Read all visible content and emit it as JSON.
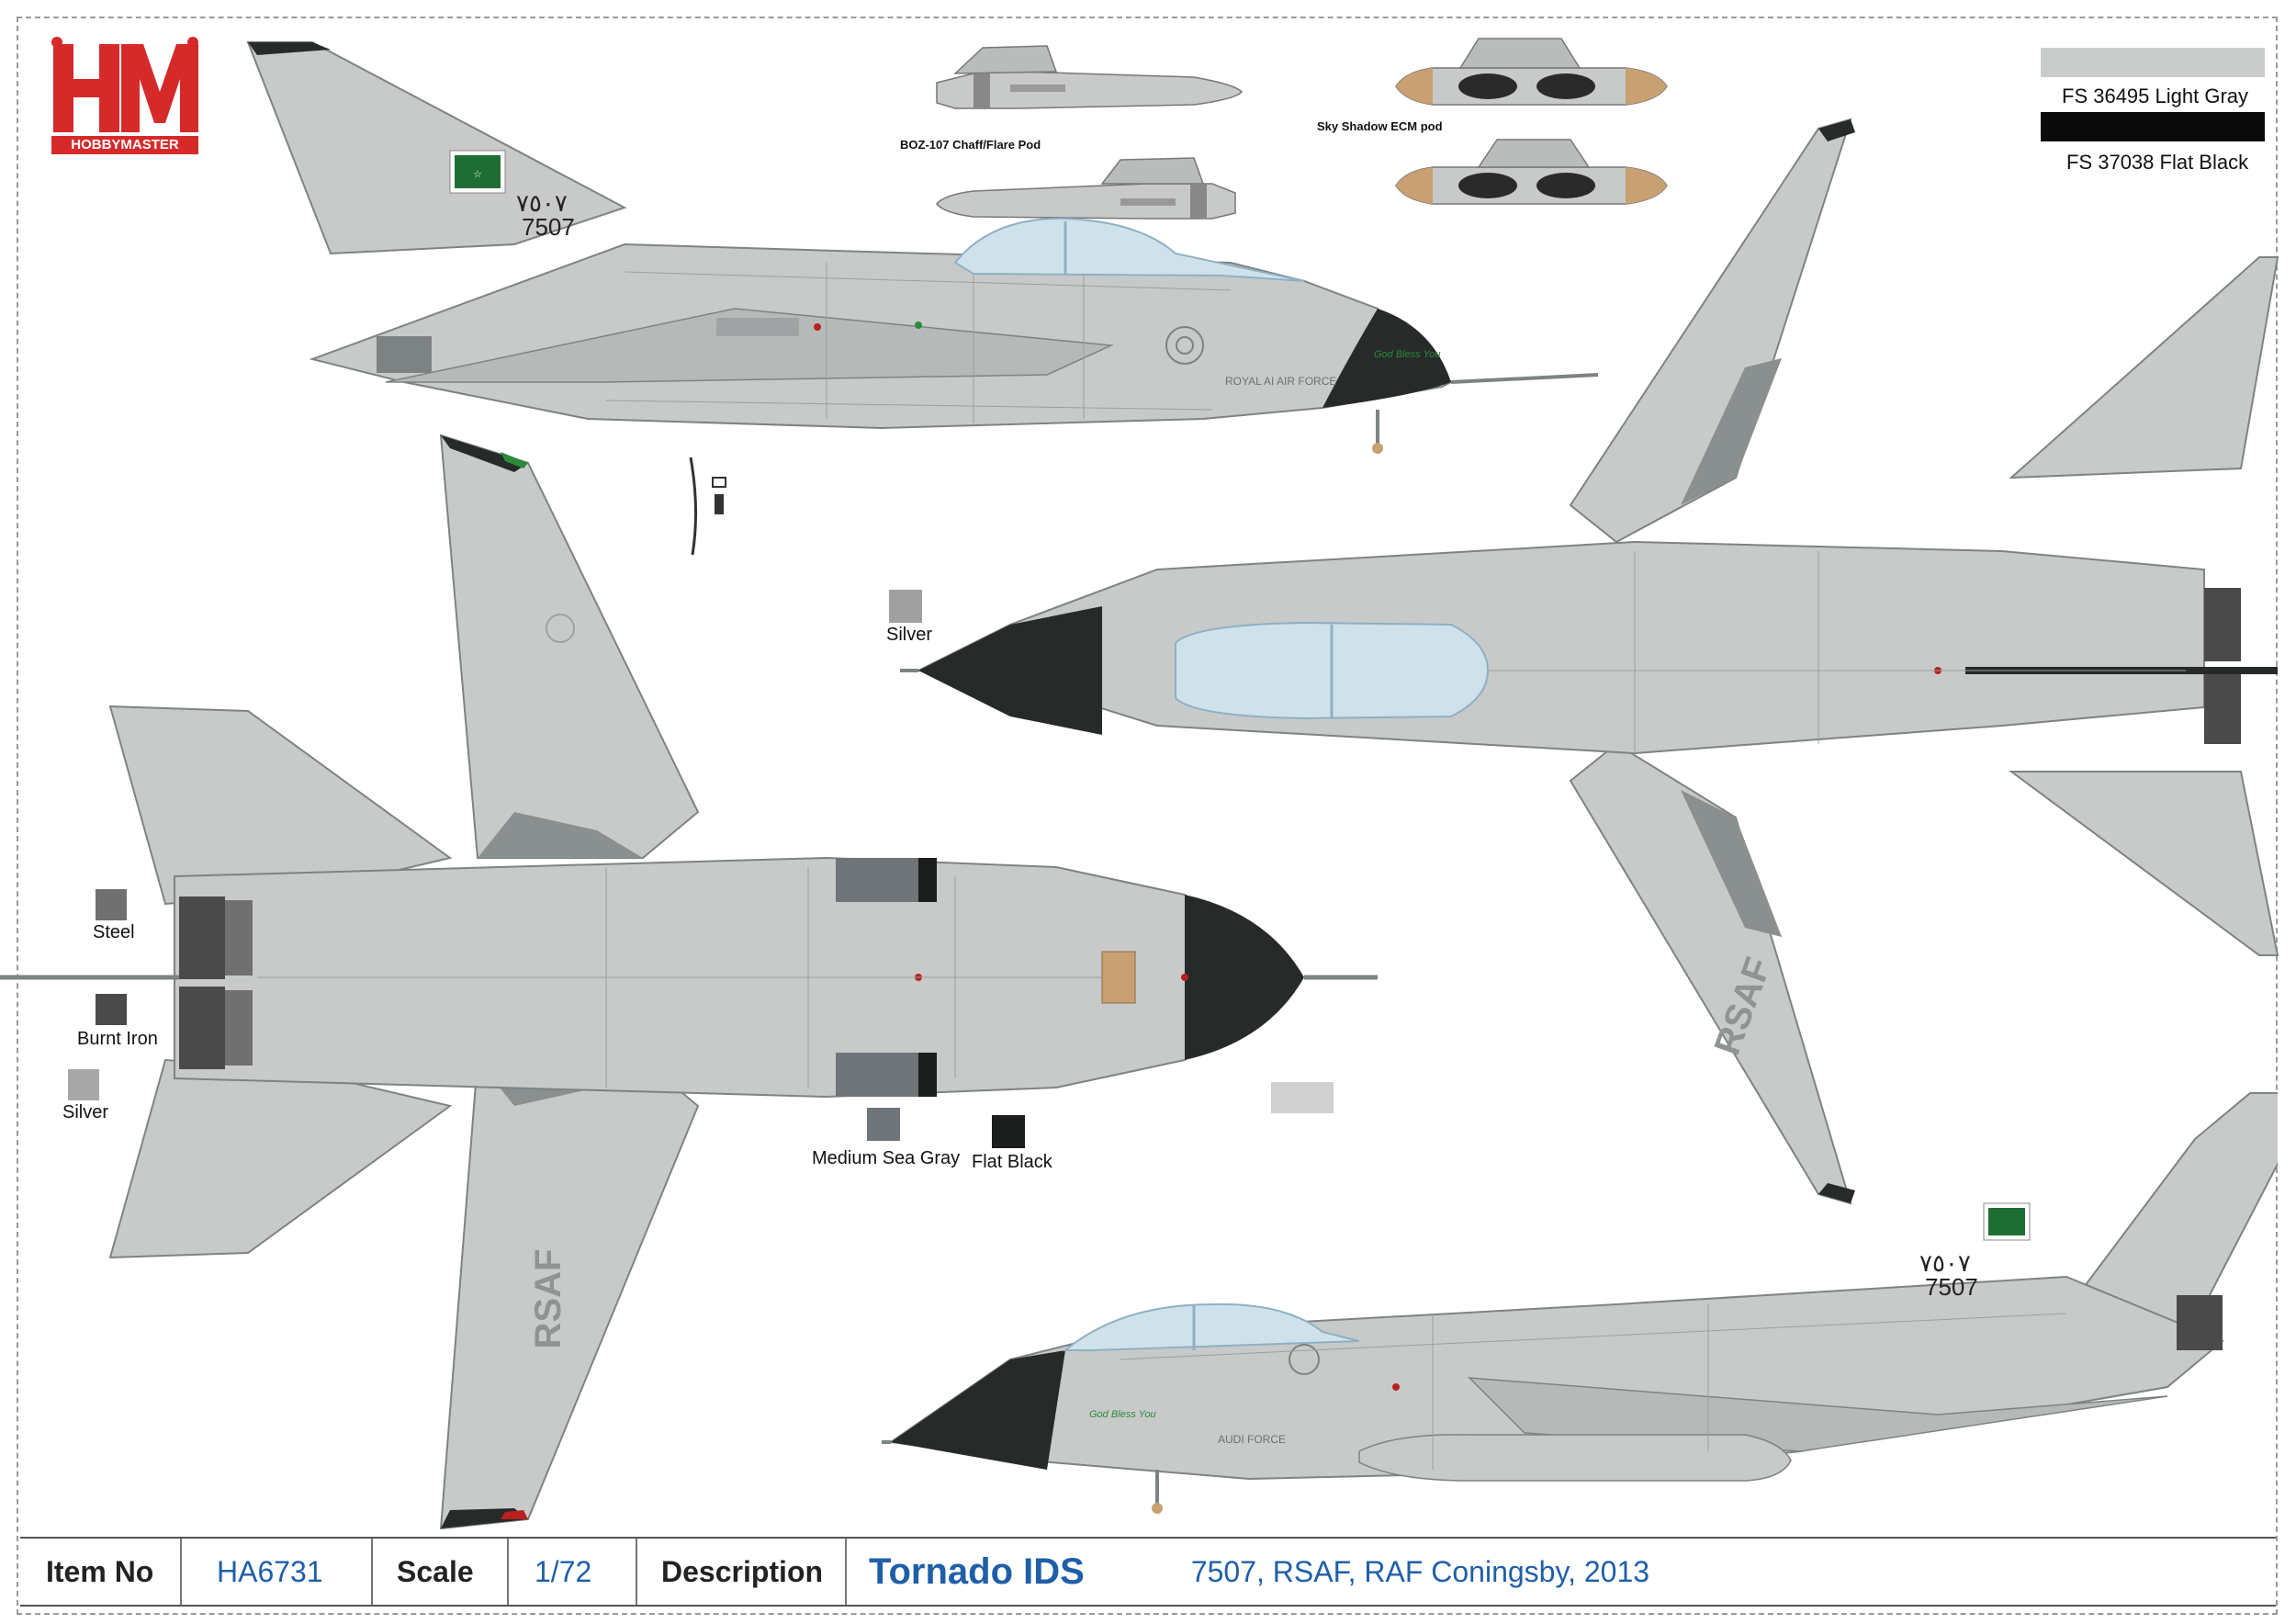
{
  "brand": {
    "logo_letters": "HM",
    "logo_text": "HOBBYMASTER"
  },
  "legend": [
    {
      "code": "FS 36495  Light Gray",
      "color": "#c9cccb"
    },
    {
      "code": "FS 37038 Flat Black",
      "color": "#0a0a0a"
    }
  ],
  "pods": {
    "chaff": "BOZ-107 Chaff/Flare Pod",
    "ecm": "Sky Shadow ECM pod"
  },
  "paints": [
    {
      "name": "Silver",
      "color": "#a0a0a0"
    },
    {
      "name": "Steel",
      "color": "#707070"
    },
    {
      "name": "Burnt Iron",
      "color": "#4a4a4a"
    },
    {
      "name": "Silver",
      "color": "#a8a8a8"
    },
    {
      "name": "Medium Sea Gray",
      "color": "#6e7477"
    },
    {
      "name": "Flat Black",
      "color": "#1c1e1d"
    }
  ],
  "extra_swatch_color": "#d0d0d0",
  "aircraft": {
    "serial": "7507",
    "serial_arabic": "٧٥٠٧",
    "wing_text": "RSAF",
    "royal_text_top": "ROYAL  AI  AIR FORCE",
    "royal_text_bottom": "AUDI  FORCE",
    "motto": "God Bless You",
    "colors": {
      "base": "#c7cac9",
      "panel": "#9fa3a3",
      "dark": "#7d8383",
      "camo": "#8a908f",
      "radome": "#262a29",
      "glass": "#cfe2ec",
      "glass_edge": "#8fb0c2",
      "red": "#b82020",
      "green": "#2c8a3c",
      "flag_green": "#1e6e34",
      "tan": "#c8a072"
    }
  },
  "footer": {
    "item_no_label": "Item No",
    "item_no": "HA6731",
    "scale_label": "Scale",
    "scale": "1/72",
    "description_label": "Description",
    "title": "Tornado IDS",
    "subtitle": "7507,  RSAF, RAF Coningsby, 2013"
  }
}
